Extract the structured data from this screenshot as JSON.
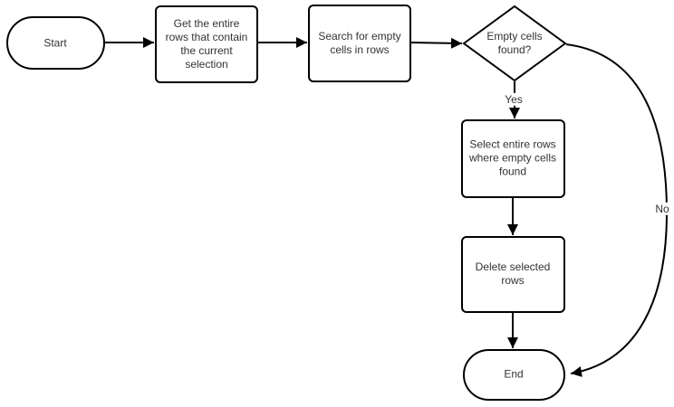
{
  "diagram": {
    "type": "flowchart",
    "nodes": {
      "start": {
        "label": "Start",
        "shape": "terminator"
      },
      "get_rows": {
        "label": "Get the entire rows that contain the current selection",
        "shape": "process"
      },
      "search_empty": {
        "label": "Search for empty cells in rows",
        "shape": "process"
      },
      "empty_found": {
        "label": "Empty cells found?",
        "shape": "decision"
      },
      "select_rows": {
        "label": "Select entire rows where empty cells found",
        "shape": "process"
      },
      "delete_rows": {
        "label": "Delete selected rows",
        "shape": "process"
      },
      "end": {
        "label": "End",
        "shape": "terminator"
      }
    },
    "edge_labels": {
      "yes": "Yes",
      "no": "No"
    },
    "colors": {
      "stroke": "#000000",
      "fill": "#ffffff",
      "text": "#333333",
      "background": "#ffffff"
    }
  }
}
